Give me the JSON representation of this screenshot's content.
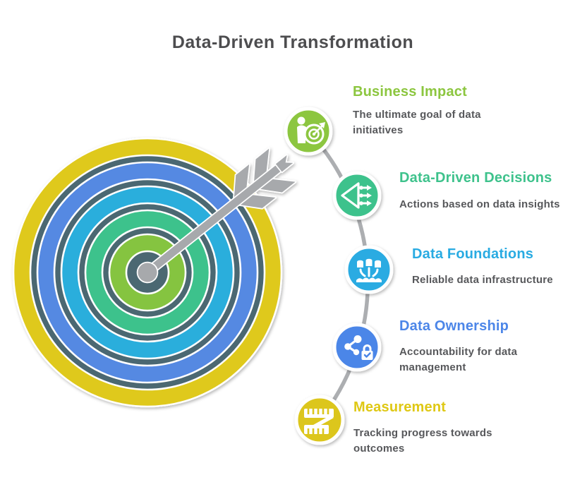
{
  "title": "Data-Driven Transformation",
  "items": [
    {
      "label": "Business Impact",
      "description": "The ultimate goal of data initiatives",
      "color": "#8CC63F",
      "icon": "person-target-icon"
    },
    {
      "label": "Data-Driven Decisions",
      "description": "Actions based on data insights",
      "color": "#3EC28C",
      "icon": "decision-arrows-icon"
    },
    {
      "label": "Data Foundations",
      "description": "Reliable data infrastructure",
      "color": "#29ABE2",
      "icon": "database-foundation-icon"
    },
    {
      "label": "Data Ownership",
      "description": "Accountability for data management",
      "color": "#4C86E8",
      "icon": "share-lock-icon"
    },
    {
      "label": "Measurement",
      "description": "Tracking progress towards outcomes",
      "color": "#DFC814",
      "icon": "measuring-tape-icon"
    }
  ],
  "target": {
    "ring_colors_outer_to_inner": [
      "#DFC91A",
      "#5589E2",
      "#2CAEDC",
      "#3EC28C",
      "#85C440"
    ],
    "gap_color": "#4C6872",
    "arrow_color": "#A7A9AC",
    "connector_color": "#ACAEB1"
  },
  "text_colors": {
    "title": "#4D4D4F",
    "description": "#57585B"
  },
  "background": "#FFFFFF"
}
